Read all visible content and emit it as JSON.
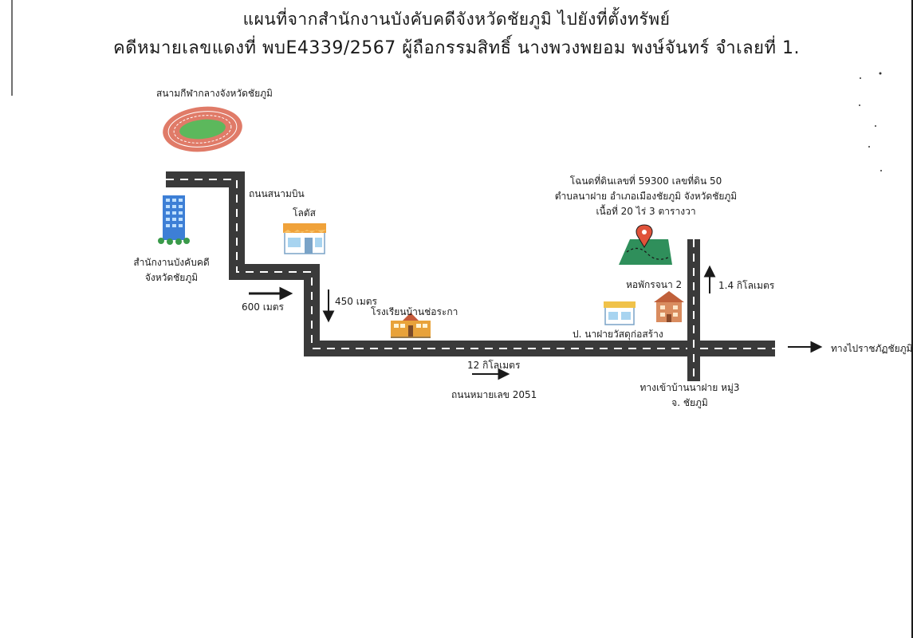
{
  "title": {
    "line1": "แผนที่จากสำนักงานบังคับคดีจังหวัดชัยภูมิ ไปยังที่ตั้งทรัพย์",
    "line2": "คดีหมายเลขแดงที่ พบE4339/2567 ผู้ถือกรรมสิทธิ์ นางพวงพยอม พงษ์จันทร์ จำเลยที่ 1."
  },
  "landmarks": {
    "stadium": "สนามกีฬากลางจังหวัดชัยภูมิ",
    "airport_road": "ถนนสนามบิน",
    "lotus": "โลตัส",
    "office_line1": "สำนักงานบังคับคดี",
    "office_line2": "จังหวัดชัยภูมิ",
    "school": "โรงเรียนบ้านช่อระกา",
    "dorm": "หอพักรจนา 2",
    "shop": "ป. นาฝายวัสดุก่อสร้าง",
    "village_entry_line1": "ทางเข้าบ้านนาฝาย หมู่3",
    "village_entry_line2": "จ. ชัยภูมิ",
    "to_university": "ทางไปราชภัฏชัยภูมิ",
    "highway": "ถนนหมายเลข 2051"
  },
  "distances": {
    "d1": "600 เมตร",
    "d2": "450 เมตร",
    "d3": "12 กิโลเมตร",
    "d4": "1.4 กิโลเมตร"
  },
  "property": {
    "line1": "โฉนดที่ดินเลขที่ 59300 เลขที่ดิน 50",
    "line2": "ตำบลนาฝาย อำเภอเมืองชัยภูมิ จังหวัดชัยภูมิ",
    "line3": "เนื้อที่ 20 ไร่ 3 ตารางวา"
  },
  "colors": {
    "road": "#3a3a3a",
    "road_dash": "#ffffff",
    "track": "#e07b68",
    "field": "#5cb85c",
    "plot": "#2f8f5b",
    "pin": "#e0523a",
    "building_blue": "#3d7fd6",
    "school": "#e8a23a",
    "dorm": "#d98c5f"
  },
  "icons": [
    "stadium-icon",
    "office-building-icon",
    "store-icon",
    "school-icon",
    "dorm-icon",
    "hardware-shop-icon",
    "land-plot-icon",
    "location-pin-icon"
  ]
}
